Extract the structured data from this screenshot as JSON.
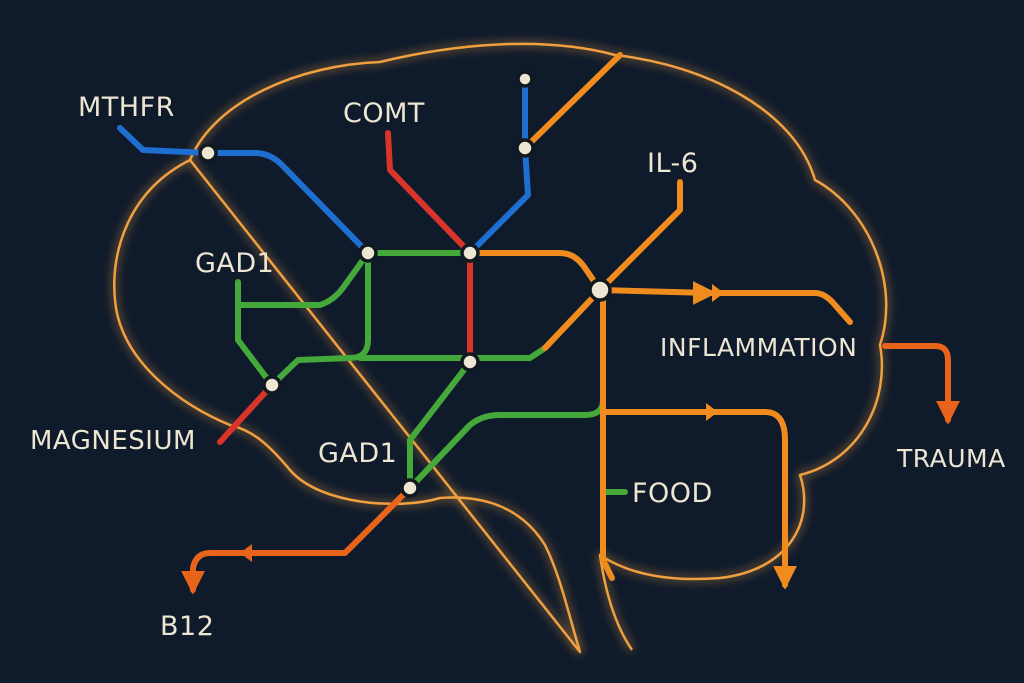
{
  "labels": {
    "mthfr": "MTHFR",
    "comt": "COMT",
    "il6": "IL-6",
    "gad1_top": "GAD1",
    "inflammation": "INFLAMMATION",
    "magnesium": "MAGNESIUM",
    "gad1_bottom": "GAD1",
    "trauma": "TRAUMA",
    "food": "FOOD",
    "b12": "B12"
  },
  "colors": {
    "background": "#0f1a2b",
    "brain_outline": "#f0a040",
    "blue_line": "#1f6fd0",
    "red_line": "#d8342a",
    "green_line": "#45a83a",
    "orange_line": "#f08c1e",
    "dark_orange_line": "#e8641a",
    "node_fill": "#ece6d2",
    "text": "#ece6d2"
  }
}
